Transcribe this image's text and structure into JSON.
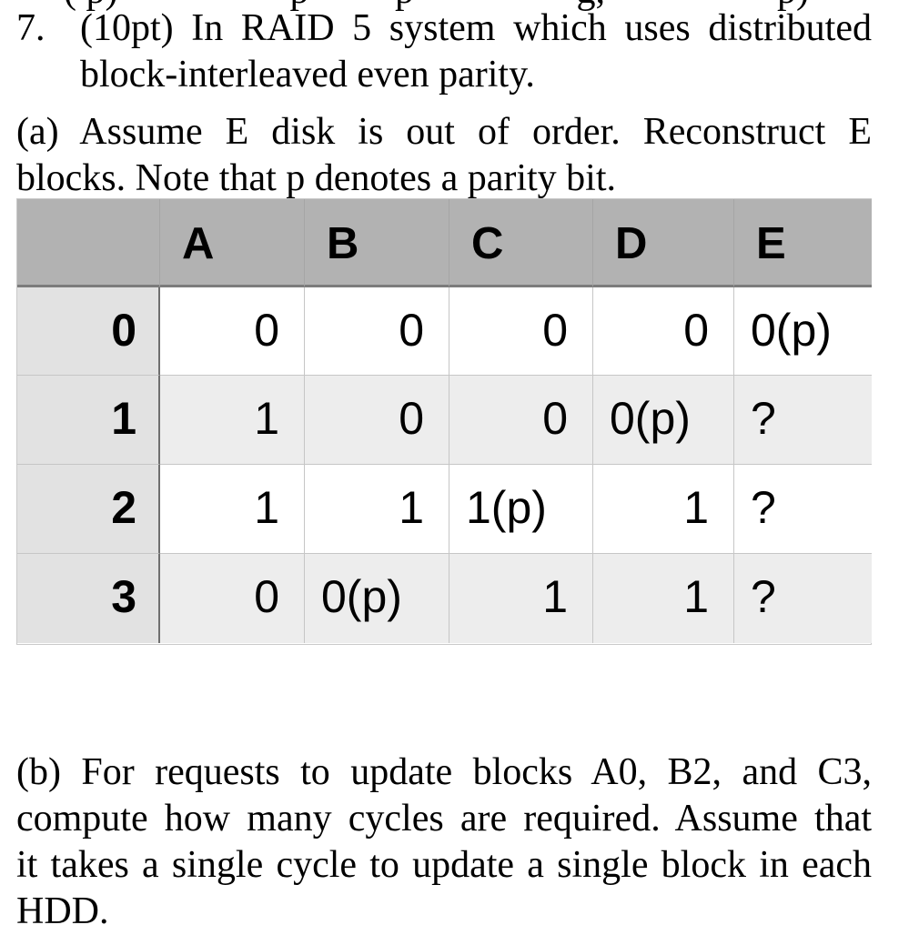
{
  "page": {
    "top_clipped_fragment": "( p)                  p         p                 g,                  p)"
  },
  "question": {
    "number": "7.",
    "lines": [
      "(10pt) In RAID 5 system which uses distributed",
      "block-interleaved even parity."
    ]
  },
  "part_a": {
    "lines": [
      "(a) Assume E disk is out of order. Reconstruct E",
      "blocks. Note that p denotes a parity bit."
    ]
  },
  "part_b": {
    "lines": [
      "(b) For requests to update blocks A0, B2, and C3,",
      "compute how many cycles are required. Assume that",
      "it takes a single cycle to update a single block in each",
      "HDD."
    ]
  },
  "table": {
    "headers": [
      "A",
      "B",
      "C",
      "D",
      "E"
    ],
    "row_labels": [
      "0",
      "1",
      "2",
      "3"
    ],
    "cells": [
      [
        "0",
        "0",
        "0",
        "0",
        "0(p)"
      ],
      [
        "1",
        "0",
        "0",
        "0(p)",
        "?"
      ],
      [
        "1",
        "1",
        "1(p)",
        "1",
        "?"
      ],
      [
        "0",
        "0(p)",
        "1",
        "1",
        "?"
      ]
    ],
    "colors": {
      "header_bg": "#b2b2b2",
      "row_label_bg": "#e2e2e2",
      "alt_row_bg": "#ededed",
      "even_row_bg": "#ffffff",
      "header_bottom_border": "#7c7c7c",
      "row_label_divider": "#6f6f6f",
      "grid_line": "#c6c6c6",
      "text": "#000000"
    }
  }
}
